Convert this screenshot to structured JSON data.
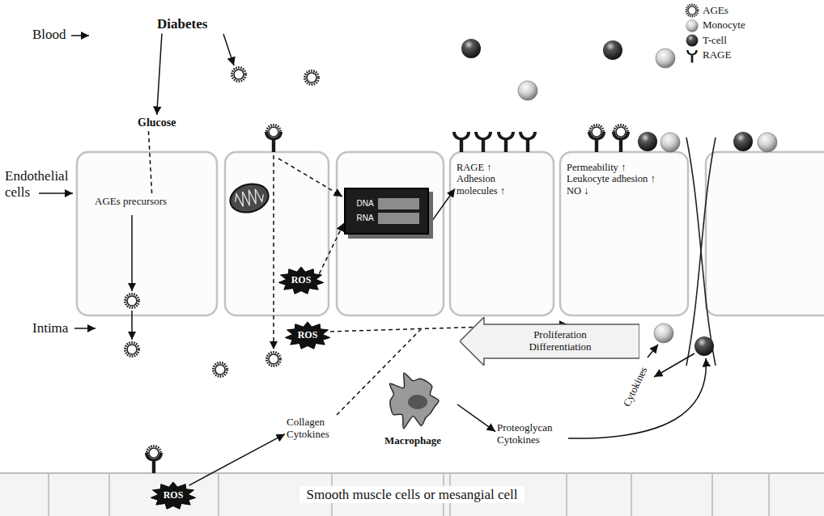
{
  "diagram": {
    "nodes": [
      {
        "text": [
          "Diabetes"
        ]
      },
      {
        "text": [
          "Glucose"
        ]
      },
      {
        "text": [
          "AGEs precursors"
        ]
      },
      {
        "text": [
          "DNA",
          "RNA"
        ]
      },
      {
        "text": [
          "RAGE ↑ Adhesion molecules ↑"
        ]
      },
      {
        "text": [
          "Permeability ↑ Leukocyte adhesion ↑ NO ↓"
        ]
      },
      {
        "text": [
          "ROS"
        ]
      },
      {
        "text": [
          "ROS"
        ]
      },
      {
        "text": [
          "Proliferation",
          "Differentiation"
        ]
      },
      {
        "text": [
          "Cytokines"
        ]
      },
      {
        "text": [
          "Collagen Cytokines"
        ]
      },
      {
        "text": [
          "Macrophage"
        ]
      },
      {
        "text": [
          "Proteoglycan Cytokines"
        ]
      },
      {
        "text": [
          "ROS"
        ]
      },
      {
        "text": [
          "Smooth muscle cells or mesangial cell"
        ]
      }
    ],
    "edges": [
      {
        "from": 0,
        "to": 1,
        "arrow": "to"
      },
      {
        "from": 1,
        "to": 2,
        "arrow": "none"
      },
      {
        "from": 6,
        "to": 3,
        "arrow": "to"
      },
      {
        "from": 3,
        "to": 4,
        "arrow": "to"
      },
      {
        "from": 7,
        "to": 8,
        "arrow": "to"
      },
      {
        "from": 13,
        "to": 10,
        "arrow": "to"
      },
      {
        "from": 11,
        "to": 12,
        "arrow": "to"
      }
    ],
    "labels": [
      "Blood",
      "Endothelial cells",
      "Intima"
    ],
    "legend": [
      {
        "text": "AGEs"
      },
      {
        "text": "Monocyte"
      },
      {
        "text": "T-cell"
      },
      {
        "text": "RAGE"
      }
    ]
  }
}
